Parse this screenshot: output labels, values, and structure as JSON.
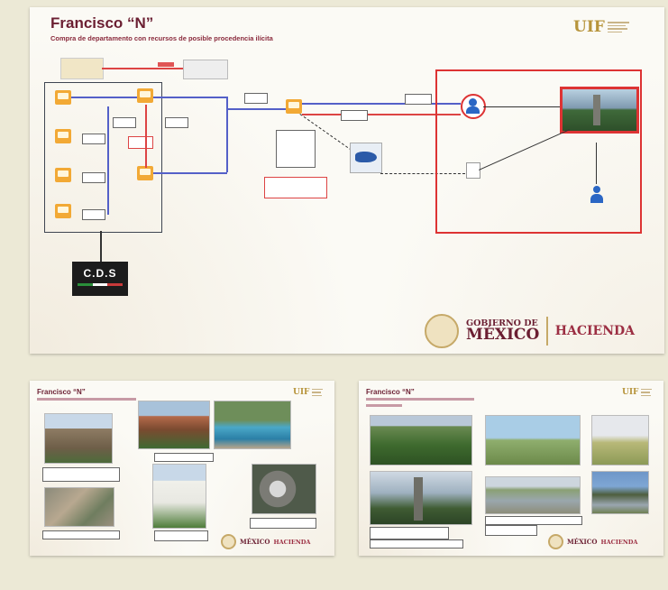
{
  "main_slide": {
    "title": "Francisco “N”",
    "subtitle": "Compra de departamento con recursos de posible procedencia ilícita",
    "uif_logo_text": "UIF",
    "cds_logo_text": "C.D.S",
    "gobierno_de": "GOBIERNO DE",
    "mexico": "MÉXICO",
    "hacienda": "HACIENDA"
  },
  "slide_left": {
    "title": "Francisco “N”",
    "uif_logo_text": "UIF",
    "mexico": "MÉXICO",
    "hacienda": "HACIENDA"
  },
  "slide_right": {
    "title": "Francisco “N”",
    "uif_logo_text": "UIF",
    "mexico": "MÉXICO",
    "hacienda": "HACIENDA"
  },
  "colors": {
    "background": "#ece9d6",
    "title": "#6b1f32",
    "accent_gold": "#b7943b",
    "highlight_red": "#d33333",
    "flow_blue": "#5460c8"
  }
}
